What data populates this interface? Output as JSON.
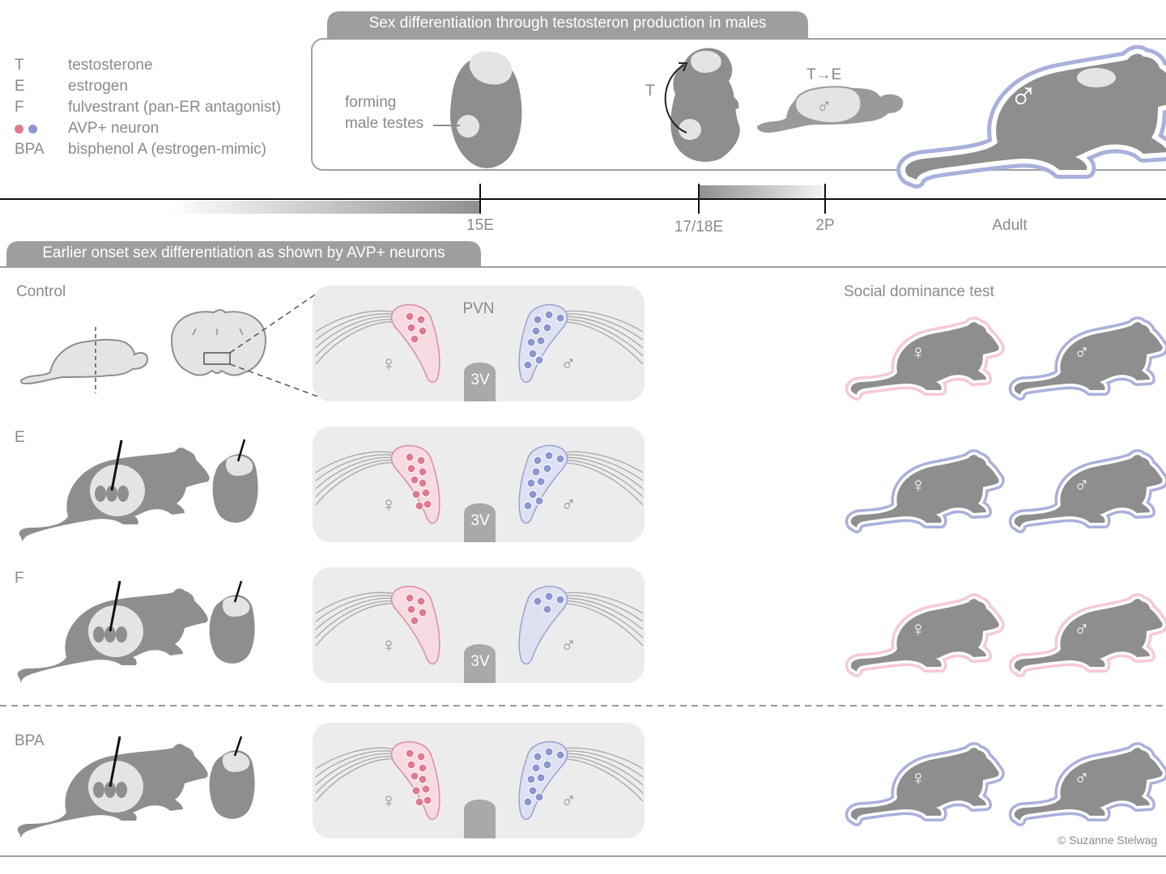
{
  "legend": [
    {
      "key": "T",
      "desc": "testosterone"
    },
    {
      "key": "E",
      "desc": "estrogen"
    },
    {
      "key": "F",
      "desc": "fulvestrant (pan-ER antagonist)"
    },
    {
      "key": "",
      "desc": "AVP+ neuron"
    },
    {
      "key": "BPA",
      "desc": "bisphenol A (estrogen-mimic)"
    }
  ],
  "top_panel": {
    "title": "Sex differentiation through testosteron production in males",
    "forming_label_1": "forming",
    "forming_label_2": "male testes",
    "t_label": "T",
    "t_to_e_label": "T→E"
  },
  "timeline": {
    "ticks": [
      "15E",
      "17/18E",
      "2P",
      "Adult"
    ]
  },
  "bottom_panel": {
    "title": "Earlier onset sex differentiation as shown by AVP+ neurons",
    "social_test_title": "Social dominance test",
    "pvn_label": "PVN",
    "ventricle_label": "3V",
    "rows": [
      {
        "label": "Control",
        "left_count": 5,
        "right_count": 10,
        "dom_left": "pink",
        "dom_right": "blue",
        "show_3v": true
      },
      {
        "label": "E",
        "left_count": 10,
        "right_count": 10,
        "dom_left": "blue",
        "dom_right": "blue",
        "show_3v": true
      },
      {
        "label": "F",
        "left_count": 5,
        "right_count": 4,
        "dom_left": "pink",
        "dom_right": "pink",
        "show_3v": true
      },
      {
        "label": "BPA",
        "left_count": 10,
        "right_count": 10,
        "dom_left": "blue",
        "dom_right": "blue",
        "show_3v": false
      }
    ]
  },
  "symbols": {
    "female": "♀",
    "male": "♂"
  },
  "copyright": "© Suzanne Stelwag",
  "colors": {
    "pink_neuron": "#e07a93",
    "blue_neuron": "#8c96cf",
    "pink_halo": "#f6c9d3",
    "blue_halo": "#a9b0dc",
    "gray_silhouette": "#8e8e8e",
    "panel_bg": "#ececec"
  }
}
